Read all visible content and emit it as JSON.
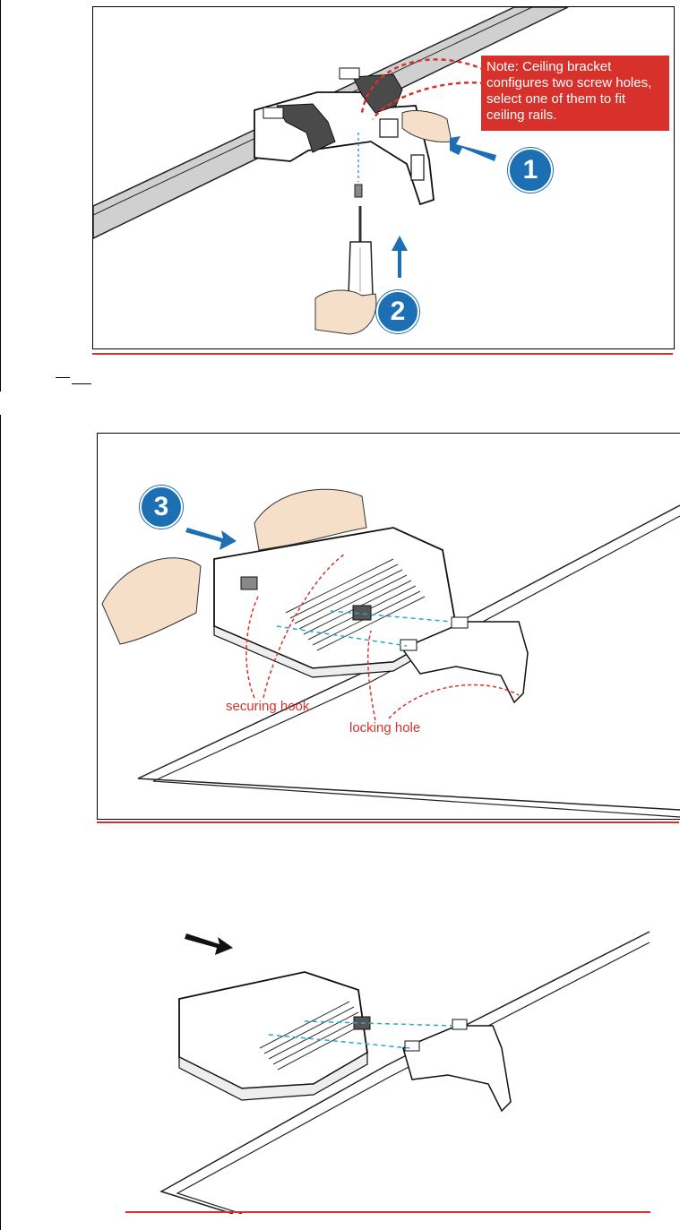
{
  "colors": {
    "accent_red": "#d9312b",
    "step_blue": "#1c6fb3",
    "cable_dash": "#2aa7c9",
    "line": "#000000"
  },
  "figure1": {
    "note_lines": [
      "Note: Ceiling bracket",
      "configures two screw holes,",
      "select one of them to fit",
      "ceiling rails."
    ],
    "step1": "1",
    "step2": "2"
  },
  "figure2": {
    "step3": "3",
    "label_securing_hook": "securing hook",
    "label_locking_hole": "locking hole"
  },
  "figure3": {}
}
